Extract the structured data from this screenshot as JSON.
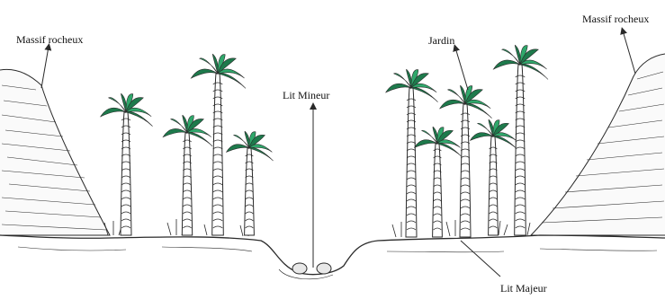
{
  "labels": {
    "massif_left": "Massif rocheux",
    "massif_right": "Massif rocheux",
    "jardin": "Jardin",
    "lit_mineur": "Lit Mineur",
    "lit_majeur": "Lit Majeur"
  },
  "colors": {
    "ink": "#2a2a2a",
    "palm_leaf": "#2fa86b",
    "palm_leaf_dark": "#1e7a4c",
    "trunk": "#ffffff"
  }
}
